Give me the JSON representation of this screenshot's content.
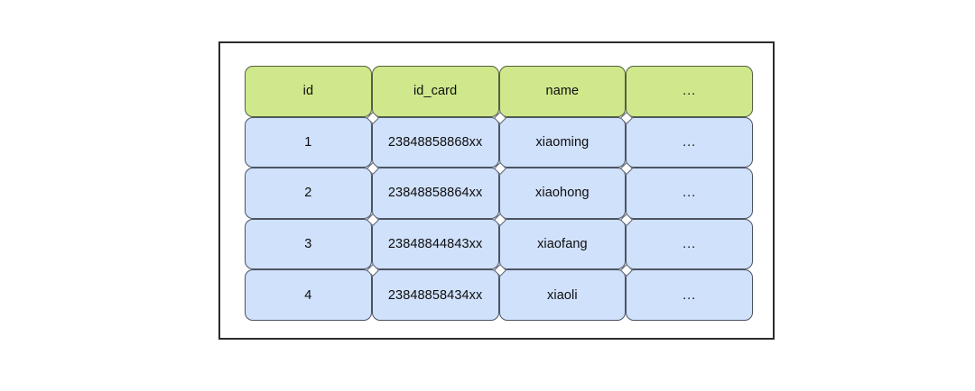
{
  "figure": {
    "type": "database-table-illustration",
    "background_color": "#ffffff",
    "frame_border_color": "#2b2b2b",
    "header_fill": "#d0e88c",
    "body_fill": "#d0e1fb",
    "cell_border_color": "#4a5248",
    "text_color": "#0d0d0d"
  },
  "table": {
    "columns": [
      {
        "key": "id",
        "header": "id"
      },
      {
        "key": "id_card",
        "header": "id_card"
      },
      {
        "key": "name",
        "header": "name"
      },
      {
        "key": "more",
        "header": "..."
      }
    ],
    "rows": [
      {
        "id": "1",
        "id_card": "23848858868xx",
        "name": "xiaoming",
        "more": "..."
      },
      {
        "id": "2",
        "id_card": "23848858864xx",
        "name": "xiaohong",
        "more": "..."
      },
      {
        "id": "3",
        "id_card": "23848844843xx",
        "name": "xiaofang",
        "more": "..."
      },
      {
        "id": "4",
        "id_card": "23848858434xx",
        "name": "xiaoli",
        "more": "..."
      }
    ]
  }
}
